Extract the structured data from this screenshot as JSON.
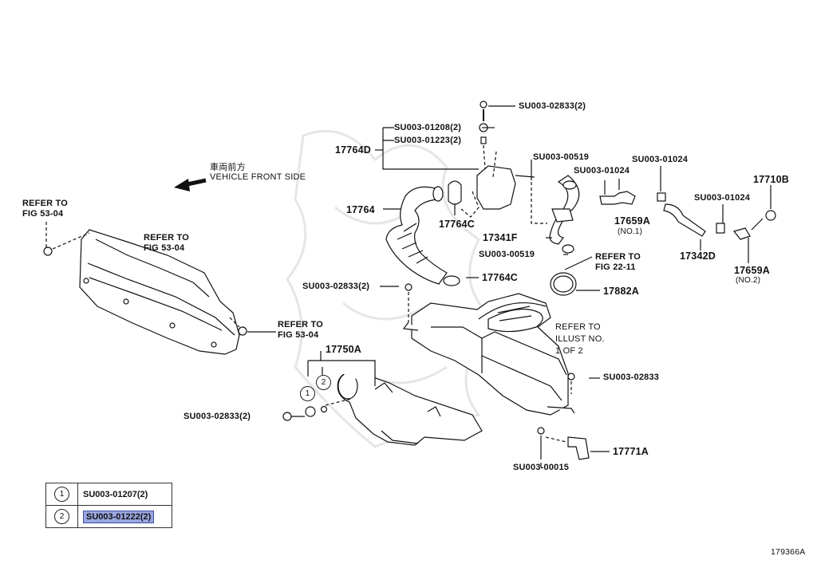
{
  "diagram": {
    "figure_number": "179366A",
    "direction": {
      "jp": "車両前方",
      "en": "VEHICLE FRONT SIDE"
    },
    "refer_notes": {
      "fig53_left": [
        "REFER TO",
        "FIG 53-04"
      ],
      "fig53_mid": [
        "REFER TO",
        "FIG 53-04"
      ],
      "fig53_right": [
        "REFER TO",
        "FIG 53-04"
      ],
      "fig22": [
        "REFER TO",
        "FIG 22-11"
      ],
      "illust": [
        "REFER TO",
        "ILLUST NO.",
        "1 OF 2"
      ]
    },
    "parts": {
      "p17764D": "17764D",
      "p17764": "17764",
      "p17764C_top": "17764C",
      "p17764C_bot": "17764C",
      "p17341F": "17341F",
      "p17659A_1": "17659A",
      "p17659A_1_note": "(NO.1)",
      "p17342D": "17342D",
      "p17710B": "17710B",
      "p17659A_2": "17659A",
      "p17659A_2_note": "(NO.2)",
      "p17882A": "17882A",
      "p17750A": "17750A",
      "p17771A": "17771A"
    },
    "codes": {
      "c02833_top": "SU003-02833(2)",
      "c01208": "SU003-01208(2)",
      "c01223": "SU003-01223(2)",
      "c00519_top": "SU003-00519",
      "c01024_a": "SU003-01024",
      "c01024_b": "SU003-01024",
      "c01024_c": "SU003-01024",
      "c00519_bot": "SU003-00519",
      "c02833_mid": "SU003-02833(2)",
      "c02833_right": "SU003-02833",
      "c02833_left": "SU003-02833(2)",
      "c00015": "SU003-00015"
    },
    "callouts": {
      "one": "1",
      "two": "2"
    }
  },
  "legend": [
    {
      "num": "1",
      "code": "SU003-01207(2)",
      "selected": false
    },
    {
      "num": "2",
      "code": "SU003-01222(2)",
      "selected": true
    }
  ],
  "colors": {
    "selection": "#9aa6e0",
    "line": "#111111",
    "watermark": "#e8e8e8"
  }
}
